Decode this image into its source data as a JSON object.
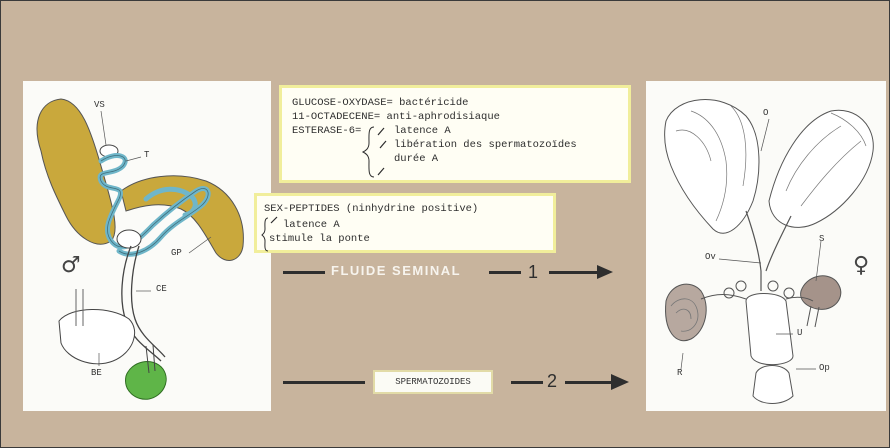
{
  "male_panel": {
    "symbol": "♂",
    "labels": {
      "vs": "VS",
      "t": "T",
      "gp": "GP",
      "ce": "CE",
      "be": "BE"
    }
  },
  "female_panel": {
    "symbol": "♀",
    "labels": {
      "o": "O",
      "ov": "Ov",
      "s": "S",
      "u": "U",
      "r": "R",
      "op": "Op"
    }
  },
  "box_enzymes": {
    "line1": "GLUCOSE-OXYDASE= bactéricide",
    "line2": "11-OCTADECENE= anti-aphrodisiaque",
    "line3": "ESTERASE-6=",
    "sub1": "latence A",
    "sub2": "libération des spermatozoïdes",
    "sub3": "durée A"
  },
  "box_peptides": {
    "line1": "SEX-PEPTIDES (ninhydrine positive)",
    "line2": "latence A",
    "line3": "stimule la ponte"
  },
  "arrow1": {
    "label": "FLUIDE SEMINAL",
    "number": "1"
  },
  "arrow2": {
    "label": "SPERMATOZOIDES",
    "number": "2"
  },
  "colors": {
    "background": "#c8b49d",
    "accessory_gland": "#c9a83c",
    "testis": "#8cc7d6",
    "ejaculatory_bulb": "#5fb548",
    "receptacle": "#a5938a",
    "box_border": "#f1ee9b"
  }
}
